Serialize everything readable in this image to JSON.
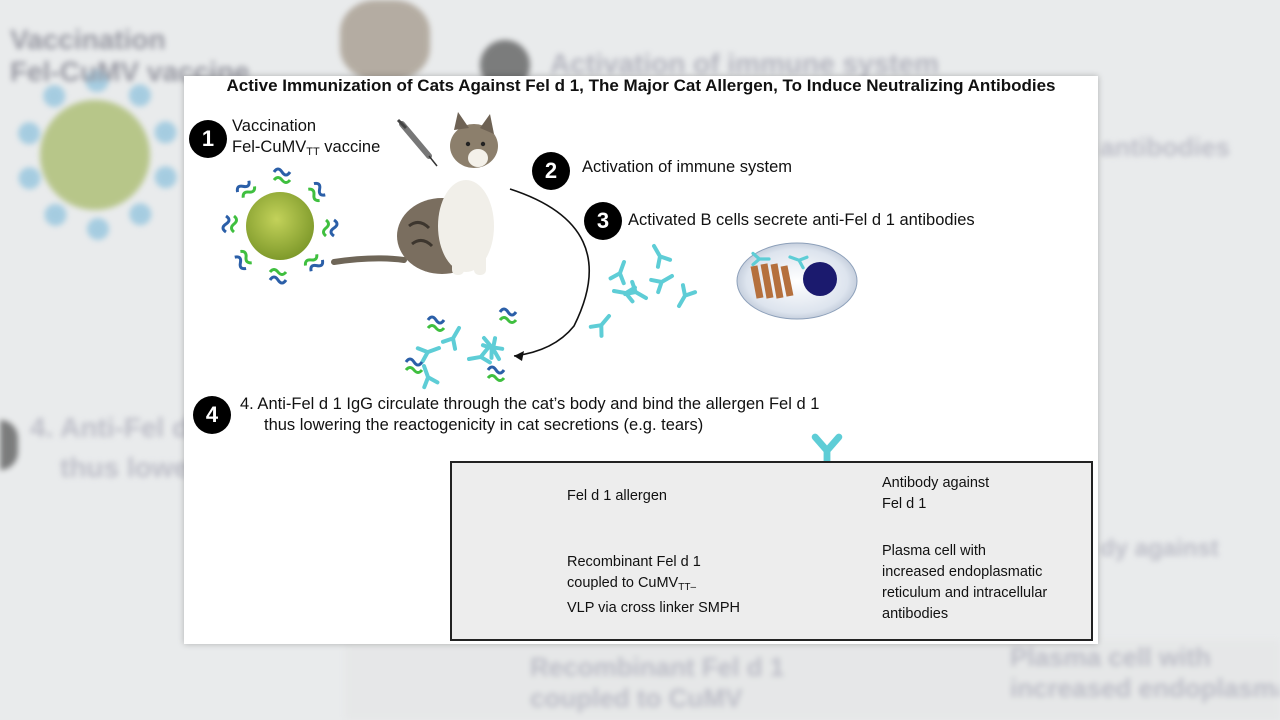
{
  "title": "Active Immunization of Cats Against Fel d 1, The Major Cat Allergen, To Induce Neutralizing Antibodies",
  "steps": [
    {
      "number": "1",
      "label_line1": "Vaccination",
      "label_line2_prefix": "Fel-CuMV",
      "label_line2_sub": "TT",
      "label_line2_suffix": " vaccine"
    },
    {
      "number": "2",
      "label": "Activation of immune system"
    },
    {
      "number": "3",
      "label": "Activated B cells secrete anti-Fel d 1 antibodies"
    },
    {
      "number": "4",
      "label_line1": "4. Anti-Fel d 1 IgG circulate through the cat’s body and bind the allergen Fel d 1",
      "label_line2": "thus lowering the reactogenicity in cat secretions (e.g. tears)"
    }
  ],
  "legend": {
    "allergen": "Fel d 1 allergen",
    "antibody_line1": "Antibody against",
    "antibody_line2": "Fel d 1",
    "vlp_line1": "Recombinant Fel d 1",
    "vlp_line2_prefix": "coupled to CuMV",
    "vlp_line2_sub": "TT–",
    "vlp_line3": "VLP via cross linker SMPH",
    "plasma_line1": "Plasma cell with",
    "plasma_line2": "increased endoplasmatic",
    "plasma_line3": "reticulum and intracellular",
    "plasma_line4": "antibodies"
  },
  "colors": {
    "vlp_core": "#9bb13a",
    "antibody": "#5ecdd6",
    "allergen_blue": "#2b5fa8",
    "allergen_green": "#3fbf3f",
    "plasma_nucleus": "#1b1a6e",
    "plasma_er": "#b5703d"
  },
  "icons": [
    "syringe-icon",
    "cat-icon",
    "vlp-particle-icon",
    "antibody-icon",
    "plasma-cell-icon",
    "allergen-icon",
    "curved-arrow-icon"
  ]
}
